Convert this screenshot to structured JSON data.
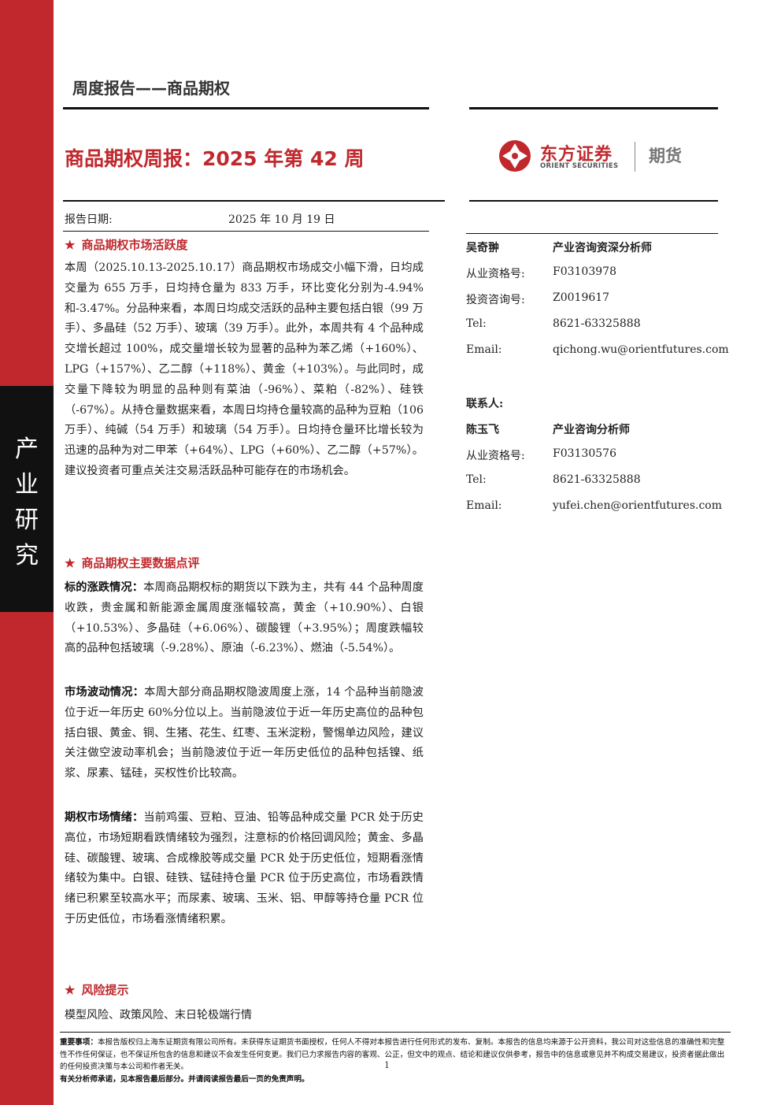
{
  "side": {
    "vertical_label": [
      "产",
      "业",
      "研",
      "究"
    ]
  },
  "header": {
    "report_type": "周度报告——商品期权",
    "title": "商品期权周报：2025 年第 42 周",
    "date_label": "报告日期:",
    "date_value": "2025 年 10 月 19 日"
  },
  "logo": {
    "name_cn": "东方证券",
    "name_en": "ORIENT SECURITIES",
    "suffix": "期货",
    "brand_color": "#c0282d"
  },
  "sections": {
    "activity": {
      "heading": "商品期权市场活跃度",
      "body": "本周（2025.10.13-2025.10.17）商品期权市场成交小幅下滑，日均成交量为 655 万手，日均持仓量为 833 万手，环比变化分别为-4.94%和-3.47%。分品种来看，本周日均成交活跃的品种主要包括白银（99 万手）、多晶硅（52 万手）、玻璃（39 万手）。此外，本周共有 4 个品种成交增长超过 100%，成交量增长较为显著的品种为苯乙烯（+160%）、LPG（+157%）、乙二醇（+118%）、黄金（+103%）。与此同时，成交量下降较为明显的品种则有菜油（-96%）、菜粕（-82%）、硅铁（-67%）。从持仓量数据来看，本周日均持仓量较高的品种为豆粕（106 万手）、纯碱（54 万手）和玻璃（54 万手）。日均持仓量环比增长较为迅速的品种为对二甲苯（+64%）、LPG（+60%）、乙二醇（+57%）。建议投资者可重点关注交易活跃品种可能存在的市场机会。"
    },
    "review": {
      "heading": "商品期权主要数据点评",
      "items": [
        {
          "label": "标的涨跌情况：",
          "text": "本周商品期权标的期货以下跌为主，共有 44 个品种周度收跌，贵金属和新能源金属周度涨幅较高，黄金（+10.90%）、白银（+10.53%）、多晶硅（+6.06%）、碳酸锂（+3.95%）；周度跌幅较高的品种包括玻璃（-9.28%）、原油（-6.23%）、燃油（-5.54%）。"
        },
        {
          "label": "市场波动情况：",
          "text": "本周大部分商品期权隐波周度上涨，14 个品种当前隐波位于近一年历史 60%分位以上。当前隐波位于近一年历史高位的品种包括白银、黄金、铜、生猪、花生、红枣、玉米淀粉，警惕单边风险，建议关注做空波动率机会；当前隐波位于近一年历史低位的品种包括镍、纸浆、尿素、锰硅，买权性价比较高。"
        },
        {
          "label": "期权市场情绪：",
          "text": "当前鸡蛋、豆粕、豆油、铅等品种成交量 PCR 处于历史高位，市场短期看跌情绪较为强烈，注意标的价格回调风险；黄金、多晶硅、碳酸锂、玻璃、合成橡胶等成交量 PCR 处于历史低位，短期看涨情绪较为集中。白银、硅铁、锰硅持仓量 PCR 位于历史高位，市场看跌情绪已积累至较高水平；而尿素、玻璃、玉米、铝、甲醇等持仓量 PCR 位于历史低位，市场看涨情绪积累。"
        }
      ]
    },
    "risk": {
      "heading": "风险提示",
      "text": "模型风险、政策风险、末日轮极端行情"
    }
  },
  "analysts": [
    {
      "name": "吴奇翀",
      "title": "产业咨询资深分析师",
      "fields": [
        {
          "k": "从业资格号:",
          "v": "F03103978"
        },
        {
          "k": "投资咨询号:",
          "v": "Z0019617"
        },
        {
          "k": "Tel:",
          "v": "8621-63325888"
        },
        {
          "k": "Email:",
          "v": "qichong.wu@orientfutures.com"
        }
      ]
    }
  ],
  "contact": {
    "heading": "联系人:",
    "name": "陈玉飞",
    "title": "产业咨询分析师",
    "fields": [
      {
        "k": "从业资格号:",
        "v": "F03130576"
      },
      {
        "k": "Tel:",
        "v": "8621-63325888"
      },
      {
        "k": "Email:",
        "v": "yufei.chen@orientfutures.com"
      }
    ]
  },
  "disclaimer": {
    "label": "重要事项：",
    "text": "本报告版权归上海东证期货有限公司所有。未获得东证期货书面授权，任何人不得对本报告进行任何形式的发布、复制。本报告的信息均来源于公开资料，我公司对这些信息的准确性和完整性不作任何保证，也不保证所包含的信息和建议不会发生任何变更。我们已力求报告内容的客观、公正，但文中的观点、结论和建议仅供参考，报告中的信息或意见并不构成交易建议，投资者据此做出的任何投资决策与本公司和作者无关。",
    "footer": "有关分析师承诺，见本报告最后部分。并请阅读报告最后一页的免责声明。"
  },
  "page_number": "1"
}
